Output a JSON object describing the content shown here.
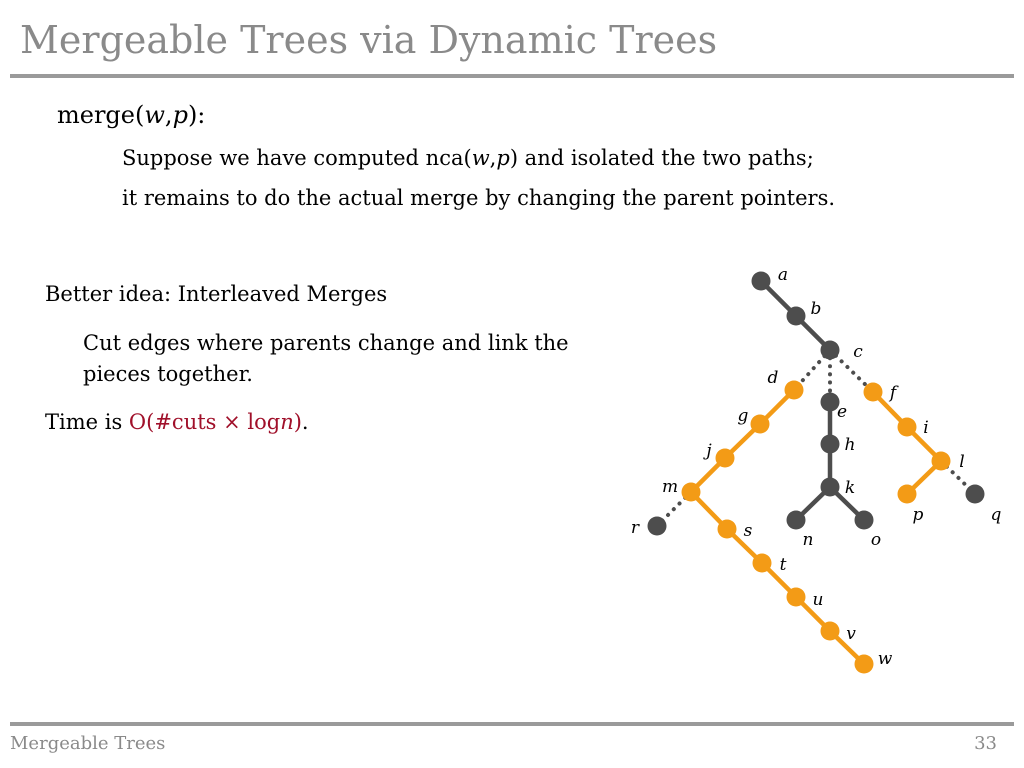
{
  "slide": {
    "title": "Mergeable Trees via Dynamic Trees",
    "merge_heading": {
      "prefix": "merge(",
      "w": "w",
      "comma": ",",
      "p": "p",
      "suffix": "):"
    },
    "body_line1": {
      "pre": "Suppose we have computed  nca(",
      "w": "w",
      "comma": ",",
      "p": "p",
      "post": ")  and isolated the two paths;"
    },
    "body_line2": "it remains to do the actual merge by changing the parent pointers.",
    "better_idea": "Better idea: Interleaved Merges",
    "cut_line1": "Cut edges where parents change and link the",
    "cut_line2": "pieces together.",
    "time": {
      "pre": "Time is ",
      "formula_pre": "O(#cuts × log",
      "formula_n": "n",
      "formula_post": ")",
      "post": "."
    },
    "footer_title": "Mergeable Trees",
    "page_number": "33"
  },
  "colors": {
    "orange": "#f39b16",
    "dark": "#4d4d4d",
    "formula": "#a0102a",
    "title_gray": "#8a8a8a"
  },
  "tree": {
    "nodes": [
      {
        "id": "a",
        "color": "dark"
      },
      {
        "id": "b",
        "color": "dark"
      },
      {
        "id": "c",
        "color": "dark"
      },
      {
        "id": "d",
        "color": "orange"
      },
      {
        "id": "e",
        "color": "dark"
      },
      {
        "id": "f",
        "color": "orange"
      },
      {
        "id": "g",
        "color": "orange"
      },
      {
        "id": "h",
        "color": "dark"
      },
      {
        "id": "i",
        "color": "orange"
      },
      {
        "id": "j",
        "color": "orange"
      },
      {
        "id": "k",
        "color": "dark"
      },
      {
        "id": "l",
        "color": "orange"
      },
      {
        "id": "m",
        "color": "orange"
      },
      {
        "id": "n",
        "color": "dark"
      },
      {
        "id": "o",
        "color": "dark"
      },
      {
        "id": "p",
        "color": "orange"
      },
      {
        "id": "q",
        "color": "dark"
      },
      {
        "id": "r",
        "color": "dark"
      },
      {
        "id": "s",
        "color": "orange"
      },
      {
        "id": "t",
        "color": "orange"
      },
      {
        "id": "u",
        "color": "orange"
      },
      {
        "id": "v",
        "color": "orange"
      },
      {
        "id": "w",
        "color": "orange"
      }
    ],
    "edges": [
      {
        "from": "a",
        "to": "b",
        "style": "solid",
        "color": "dark"
      },
      {
        "from": "b",
        "to": "c",
        "style": "solid",
        "color": "dark"
      },
      {
        "from": "c",
        "to": "d",
        "style": "dotted",
        "color": "dark"
      },
      {
        "from": "c",
        "to": "e",
        "style": "dotted",
        "color": "dark"
      },
      {
        "from": "c",
        "to": "f",
        "style": "dotted",
        "color": "dark"
      },
      {
        "from": "d",
        "to": "g",
        "style": "solid",
        "color": "orange"
      },
      {
        "from": "g",
        "to": "j",
        "style": "solid",
        "color": "orange"
      },
      {
        "from": "j",
        "to": "m",
        "style": "solid",
        "color": "orange"
      },
      {
        "from": "m",
        "to": "r",
        "style": "dotted",
        "color": "dark"
      },
      {
        "from": "m",
        "to": "s",
        "style": "solid",
        "color": "orange"
      },
      {
        "from": "s",
        "to": "t",
        "style": "solid",
        "color": "orange"
      },
      {
        "from": "t",
        "to": "u",
        "style": "solid",
        "color": "orange"
      },
      {
        "from": "u",
        "to": "v",
        "style": "solid",
        "color": "orange"
      },
      {
        "from": "v",
        "to": "w",
        "style": "solid",
        "color": "orange"
      },
      {
        "from": "e",
        "to": "h",
        "style": "solid",
        "color": "dark"
      },
      {
        "from": "h",
        "to": "k",
        "style": "solid",
        "color": "dark"
      },
      {
        "from": "k",
        "to": "n",
        "style": "solid",
        "color": "dark"
      },
      {
        "from": "k",
        "to": "o",
        "style": "solid",
        "color": "dark"
      },
      {
        "from": "f",
        "to": "i",
        "style": "solid",
        "color": "orange"
      },
      {
        "from": "i",
        "to": "l",
        "style": "solid",
        "color": "orange"
      },
      {
        "from": "l",
        "to": "p",
        "style": "solid",
        "color": "orange"
      },
      {
        "from": "l",
        "to": "q",
        "style": "dotted",
        "color": "dark"
      }
    ]
  }
}
